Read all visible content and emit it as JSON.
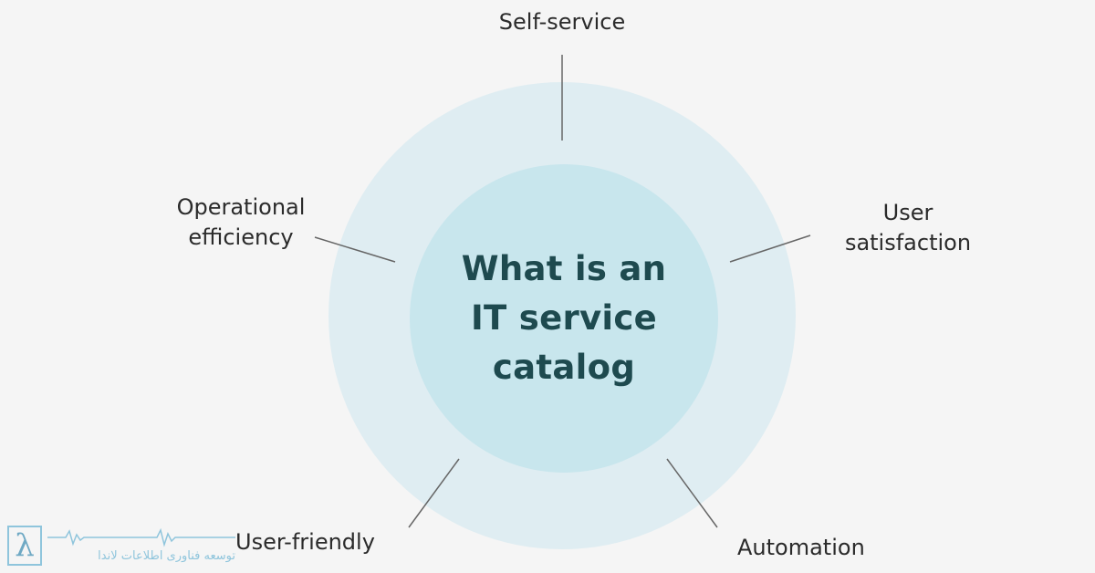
{
  "center": {
    "line1": "What is an",
    "line2": "IT service",
    "line3": "catalog"
  },
  "labels": {
    "self_service": "Self-service",
    "user_satisfaction_line1": "User",
    "user_satisfaction_line2": "satisfaction",
    "operational_efficiency_line1": "Operational",
    "operational_efficiency_line2": "efficiency",
    "user_friendly": "User-friendly",
    "automation": "Automation"
  },
  "watermark": {
    "symbol": "λ",
    "text": "توسعه فناوری اطلاعات لاندا"
  },
  "colors": {
    "background": "#f5f5f5",
    "outer_circle": "#dfedf2",
    "inner_circle": "#c8e6ed",
    "title_text": "#1e4a4f",
    "label_text": "#2b2b2b",
    "connector": "#666666",
    "watermark": "#8fc5dc"
  }
}
